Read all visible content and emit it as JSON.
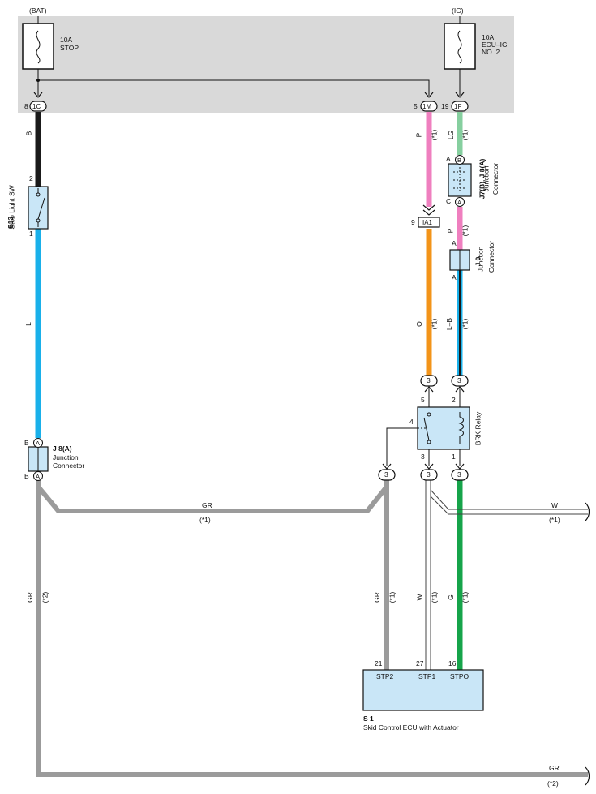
{
  "power": {
    "bat_label": "(BAT)",
    "ig_label": "(IG)",
    "fuse_stop": {
      "rating": "10A",
      "name": "STOP"
    },
    "fuse_ecu": {
      "rating": "10A",
      "name1": "ECU–IG",
      "name2": "NO. 2"
    }
  },
  "connectors": {
    "c1": {
      "code": "1C",
      "pin": "8"
    },
    "m1": {
      "code": "1M",
      "pin": "5"
    },
    "f1": {
      "code": "1F",
      "pin": "19"
    },
    "ia1": {
      "code": "IA1",
      "pin": "9"
    },
    "three": "3",
    "A": "A",
    "B": "B",
    "C": "C"
  },
  "components": {
    "s13": {
      "code": "S13",
      "name": "Stop Light SW",
      "pin_top": "2",
      "pin_bottom": "1"
    },
    "j8a": {
      "code": "J 8(A)",
      "name1": "Junction",
      "name2": "Connector"
    },
    "j7j8": {
      "code": "J7(B), J 8(A)",
      "name1": "Junction",
      "name2": "Connector"
    },
    "j9": {
      "code": "J 9",
      "name1": "Junction",
      "name2": "Connector"
    },
    "brk": {
      "name": "BRK Relay",
      "pin5": "5",
      "pin2": "2",
      "pin4": "4",
      "pin3": "3",
      "pin1": "1"
    },
    "s1": {
      "code": "S 1",
      "name": "Skid Control ECU with Actuator",
      "pins": [
        "STP2",
        "STP1",
        "STPO"
      ],
      "pin_nums": [
        "21",
        "27",
        "16"
      ]
    }
  },
  "wires": {
    "B": "B",
    "L": "L",
    "GR": "GR",
    "P": "P",
    "LG": "LG",
    "O": "O",
    "LB": "L–B",
    "W": "W",
    "G": "G",
    "note1": "(*1)",
    "note2": "(*2)"
  },
  "colors": {
    "black": "#1a1a1a",
    "blue": "#19b0ea",
    "gray": "#9b9b9b",
    "pink": "#ef7fbf",
    "lightgreen": "#86cf9f",
    "orange": "#f39419",
    "green": "#16a44a",
    "box": "#c9e6f7",
    "panel": "#d9d9d9"
  }
}
